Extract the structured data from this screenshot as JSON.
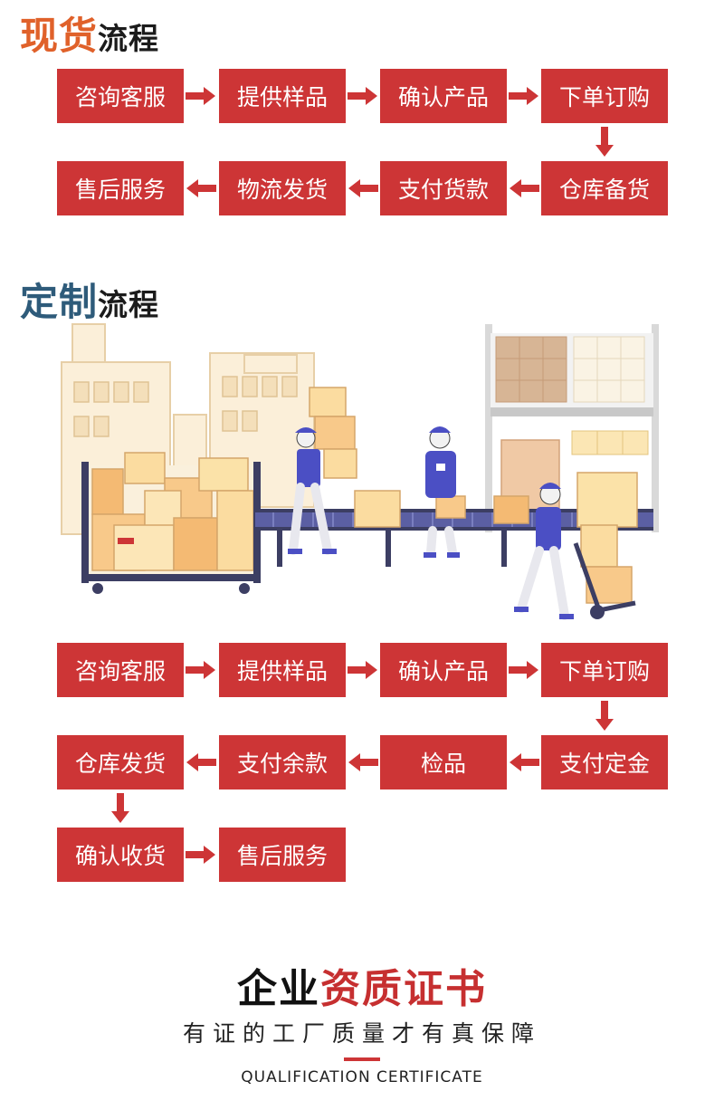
{
  "stock_section": {
    "title_main": "现货",
    "title_sub": "流程",
    "steps_row1": [
      "咨询客服",
      "提供样品",
      "确认产品",
      "下单订购"
    ],
    "steps_row2": [
      "售后服务",
      "物流发货",
      "支付货款",
      "仓库备货"
    ]
  },
  "custom_section": {
    "title_main": "定制",
    "title_sub": "流程",
    "steps_row1": [
      "咨询客服",
      "提供样品",
      "确认产品",
      "下单订购"
    ],
    "steps_row2": [
      "仓库发货",
      "支付余款",
      "检品",
      "支付定金"
    ],
    "steps_row3": [
      "确认收货",
      "售后服务"
    ]
  },
  "certificate": {
    "title_dark": "企业",
    "title_red": "资质证书",
    "subtitle": "有证的工厂质量才有真保障",
    "english": "QUALIFICATION CERTIFICATE"
  },
  "colors": {
    "accent_red": "#cd3536",
    "stock_title": "#e0612a",
    "custom_title": "#2e5b7a"
  }
}
